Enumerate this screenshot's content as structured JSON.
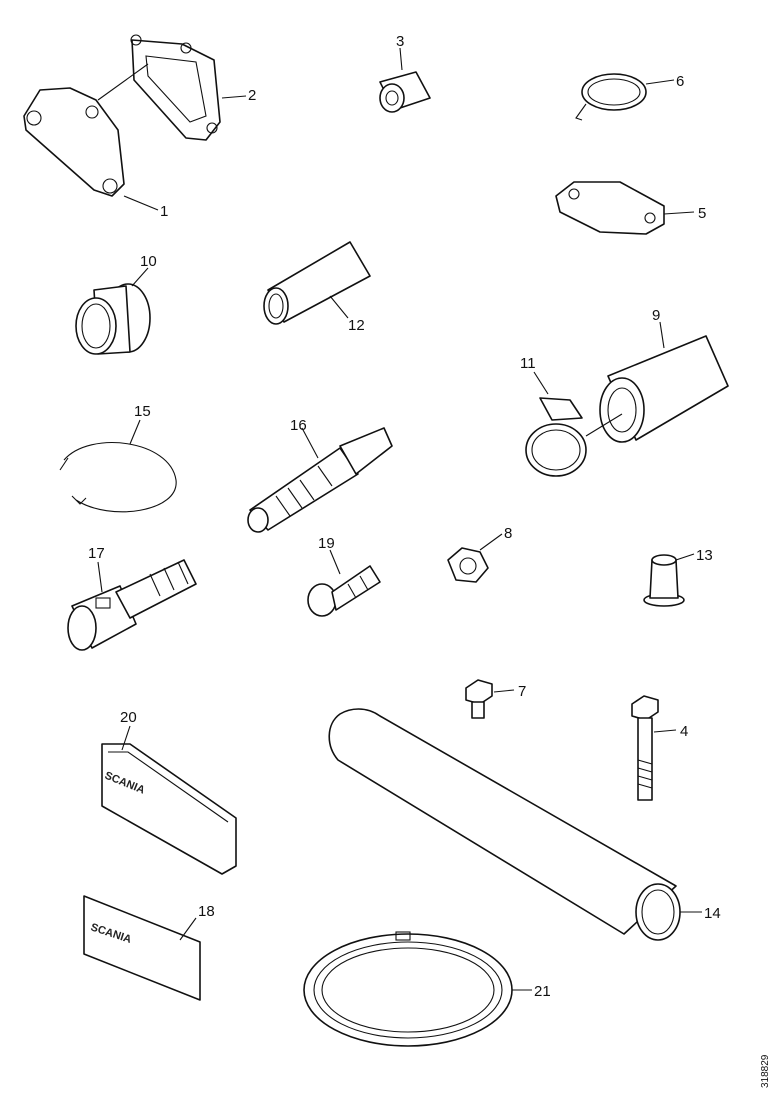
{
  "labels": {
    "p1": "1",
    "p2": "2",
    "p3": "3",
    "p4": "4",
    "p5": "5",
    "p6": "6",
    "p7": "7",
    "p8": "8",
    "p9": "9",
    "p10": "10",
    "p11": "11",
    "p12": "12",
    "p13": "13",
    "p14": "14",
    "p15": "15",
    "p16": "16",
    "p17": "17",
    "p18": "18",
    "p19": "19",
    "p20": "20",
    "p21": "21"
  },
  "plate_text": {
    "p20": "SCANIA",
    "p18": "SCANIA"
  },
  "figure_ref": "318829"
}
